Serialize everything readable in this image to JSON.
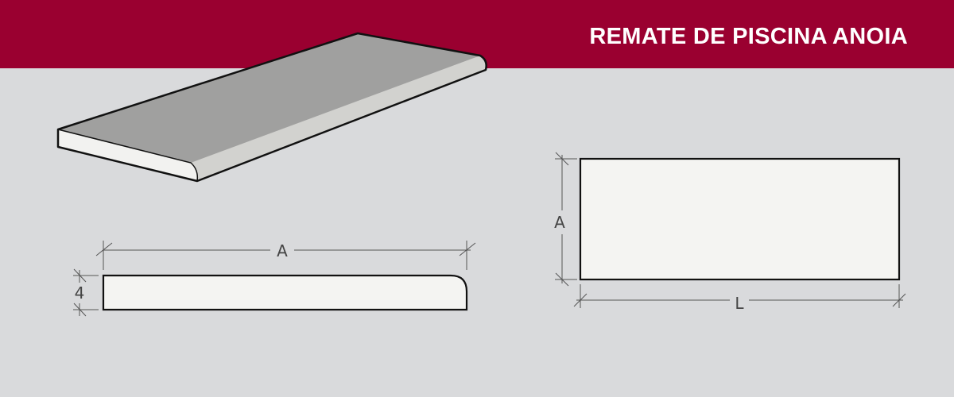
{
  "title": "REMATE DE PISCINA ANOIA",
  "colors": {
    "banner": "#9a0030",
    "background": "#d9dadc",
    "face": "#f4f4f2",
    "top": "#a0a09f"
  },
  "profile_view": {
    "width_label": "A",
    "thickness_label": "4"
  },
  "plan_view": {
    "width_label": "A",
    "length_label": "L"
  }
}
